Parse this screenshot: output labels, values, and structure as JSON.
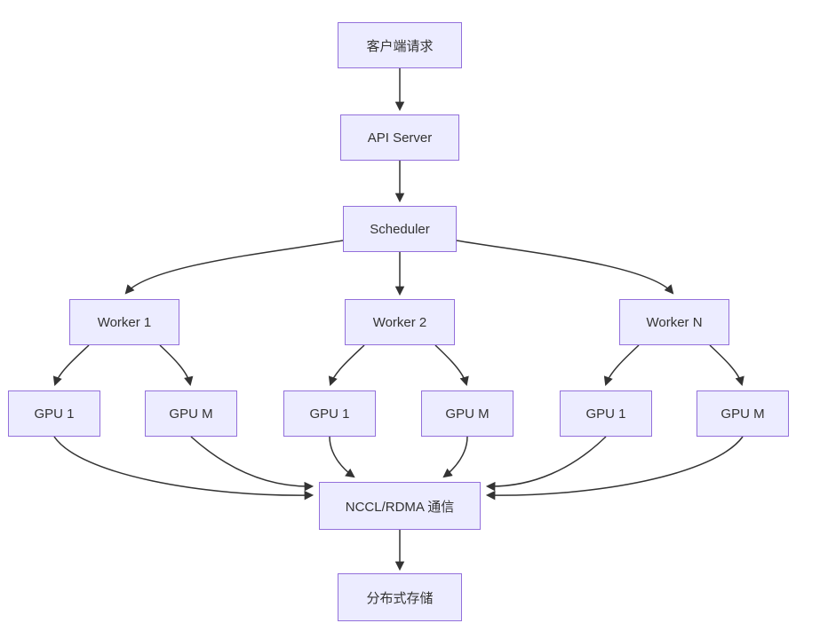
{
  "diagram": {
    "type": "flowchart",
    "direction": "top-down",
    "nodes": [
      {
        "id": "client",
        "label": "客户端请求"
      },
      {
        "id": "api_server",
        "label": "API Server"
      },
      {
        "id": "scheduler",
        "label": "Scheduler"
      },
      {
        "id": "worker_1",
        "label": "Worker 1"
      },
      {
        "id": "worker_2",
        "label": "Worker 2"
      },
      {
        "id": "worker_n",
        "label": "Worker N"
      },
      {
        "id": "w1_gpu_1",
        "label": "GPU 1"
      },
      {
        "id": "w1_gpu_m",
        "label": "GPU M"
      },
      {
        "id": "w2_gpu_1",
        "label": "GPU 1"
      },
      {
        "id": "w2_gpu_m",
        "label": "GPU M"
      },
      {
        "id": "wn_gpu_1",
        "label": "GPU 1"
      },
      {
        "id": "wn_gpu_m",
        "label": "GPU M"
      },
      {
        "id": "nccl",
        "label": "NCCL/RDMA 通信"
      },
      {
        "id": "storage",
        "label": "分布式存储"
      }
    ],
    "edges": [
      {
        "from": "client",
        "to": "api_server"
      },
      {
        "from": "api_server",
        "to": "scheduler"
      },
      {
        "from": "scheduler",
        "to": "worker_1"
      },
      {
        "from": "scheduler",
        "to": "worker_2"
      },
      {
        "from": "scheduler",
        "to": "worker_n"
      },
      {
        "from": "worker_1",
        "to": "w1_gpu_1"
      },
      {
        "from": "worker_1",
        "to": "w1_gpu_m"
      },
      {
        "from": "worker_2",
        "to": "w2_gpu_1"
      },
      {
        "from": "worker_2",
        "to": "w2_gpu_m"
      },
      {
        "from": "worker_n",
        "to": "wn_gpu_1"
      },
      {
        "from": "worker_n",
        "to": "wn_gpu_m"
      },
      {
        "from": "w1_gpu_1",
        "to": "nccl"
      },
      {
        "from": "w1_gpu_m",
        "to": "nccl"
      },
      {
        "from": "w2_gpu_1",
        "to": "nccl"
      },
      {
        "from": "w2_gpu_m",
        "to": "nccl"
      },
      {
        "from": "wn_gpu_1",
        "to": "nccl"
      },
      {
        "from": "wn_gpu_m",
        "to": "nccl"
      },
      {
        "from": "nccl",
        "to": "storage"
      }
    ],
    "colors": {
      "node_fill": "#ECECFF",
      "node_border": "#9370DB",
      "edge": "#333333",
      "text": "#333333",
      "background": "#FFFFFF"
    }
  }
}
